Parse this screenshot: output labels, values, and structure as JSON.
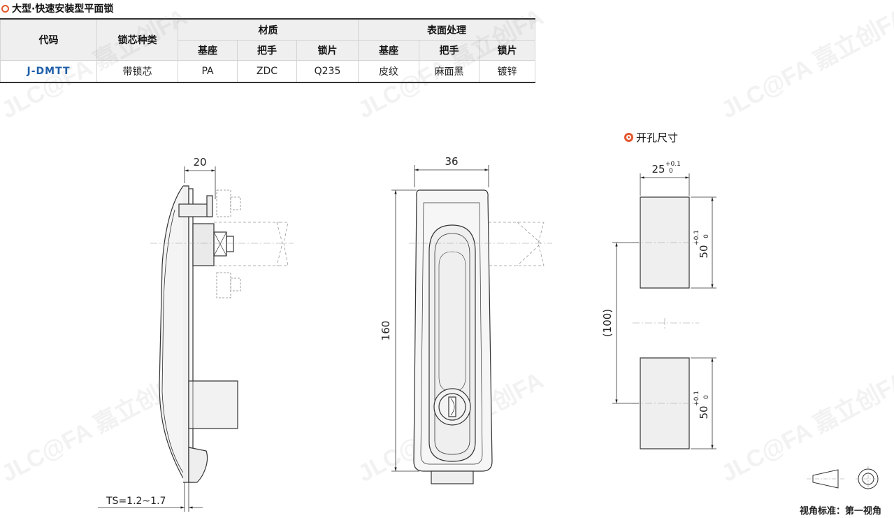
{
  "title": "大型·快速安装型平面锁",
  "table": {
    "headers": {
      "code": "代码",
      "core_type": "锁芯种类",
      "material": "材质",
      "surface": "表面处理",
      "sub": [
        "基座",
        "把手",
        "锁片",
        "基座",
        "把手",
        "锁片"
      ]
    },
    "row": [
      "J-DMTT",
      "带锁芯",
      "PA",
      "ZDC",
      "Q235",
      "皮纹",
      "麻面黑",
      "镀锌"
    ]
  },
  "hole_section_label": "开孔尺寸",
  "dimensions": {
    "side_width": "20",
    "ts_label": "TS=1.2~1.7",
    "front_width": "36",
    "front_height": "160",
    "hole_width": "25",
    "hole_width_tol_upper": "+0.1",
    "hole_width_tol_lower": "0",
    "hole_height_top": "50",
    "hole_height_bottom": "50",
    "hole_height_tol_upper": "+0.1",
    "hole_height_tol_lower": "0",
    "hole_pitch": "(100)"
  },
  "view_standard_label": "视角标准：第一视角",
  "watermark": "JLC@FA 嘉立创FA WWW.JLCFA.COM"
}
